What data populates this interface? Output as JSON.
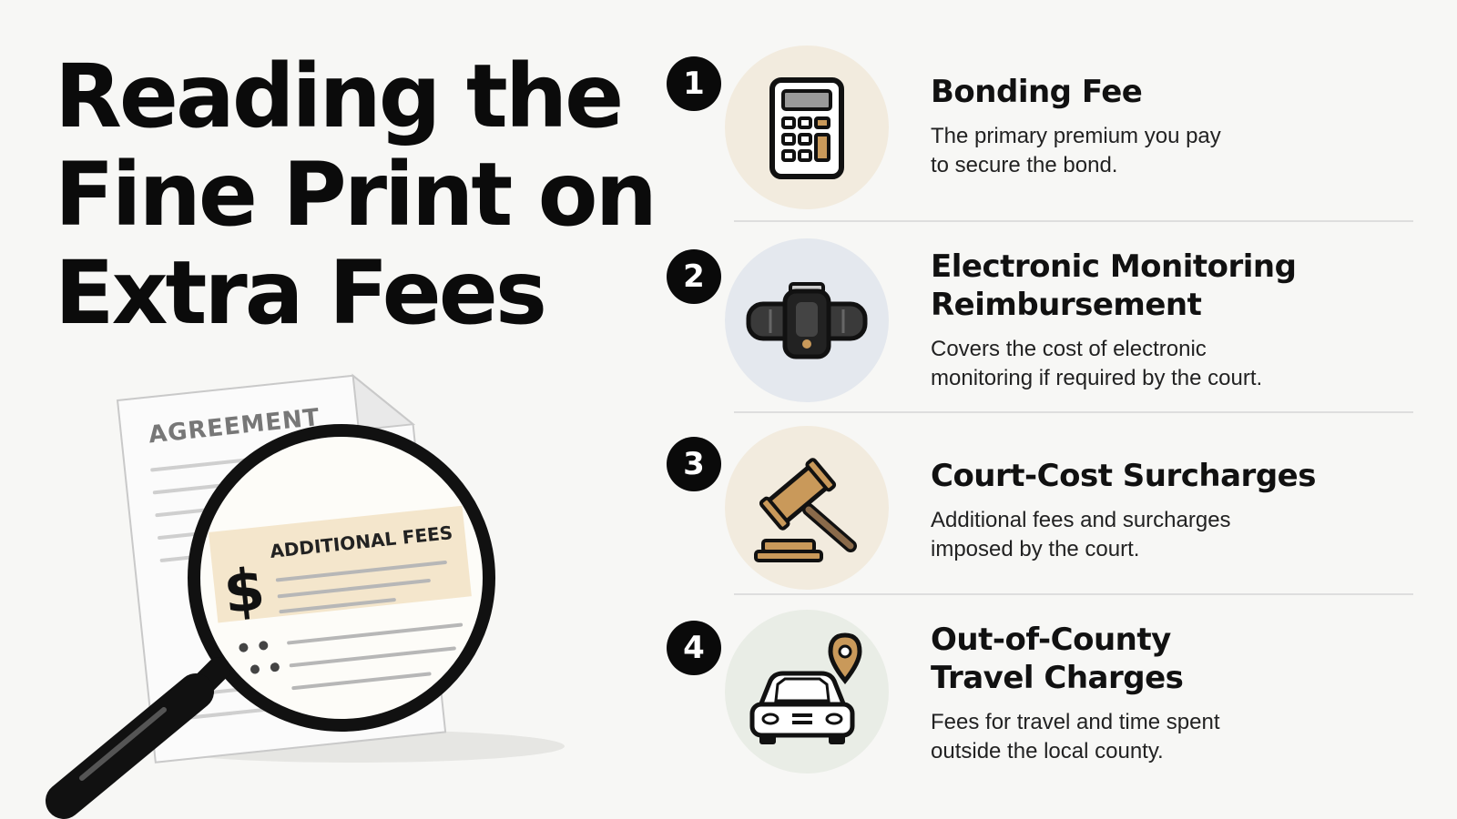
{
  "header": {
    "title_lines": [
      "Reading the",
      "Fine Print on",
      "Extra Fees"
    ]
  },
  "illustration": {
    "document_heading": "AGREEMENT",
    "highlight_label": "ADDITIONAL FEES",
    "currency_symbol": "$",
    "icon": "magnifying-glass-over-document-icon"
  },
  "colors": {
    "background": "#f7f7f5",
    "badge": "#0a0a0a",
    "accent_tan": "#c9995a",
    "highlight_fill": "#f4e6cc",
    "circle_beige": "#f2ebde",
    "circle_blue": "#e4e8ee",
    "circle_green": "#e9ede6",
    "divider": "#dedede"
  },
  "items": [
    {
      "number": "1",
      "icon": "calculator-icon",
      "title_lines": [
        "Bonding Fee"
      ],
      "desc_lines": [
        "The primary premium you pay",
        "to secure the bond."
      ]
    },
    {
      "number": "2",
      "icon": "ankle-monitor-icon",
      "title_lines": [
        "Electronic Monitoring",
        "Reimbursement"
      ],
      "desc_lines": [
        "Covers the cost of electronic",
        "monitoring if required by the court."
      ]
    },
    {
      "number": "3",
      "icon": "gavel-icon",
      "title_lines": [
        "Court-Cost Surcharges"
      ],
      "desc_lines": [
        "Additional fees and surcharges",
        "imposed by the court."
      ]
    },
    {
      "number": "4",
      "icon": "car-location-pin-icon",
      "title_lines": [
        "Out-of-County",
        "Travel Charges"
      ],
      "desc_lines": [
        "Fees for travel and time spent",
        "outside the local county."
      ]
    }
  ]
}
